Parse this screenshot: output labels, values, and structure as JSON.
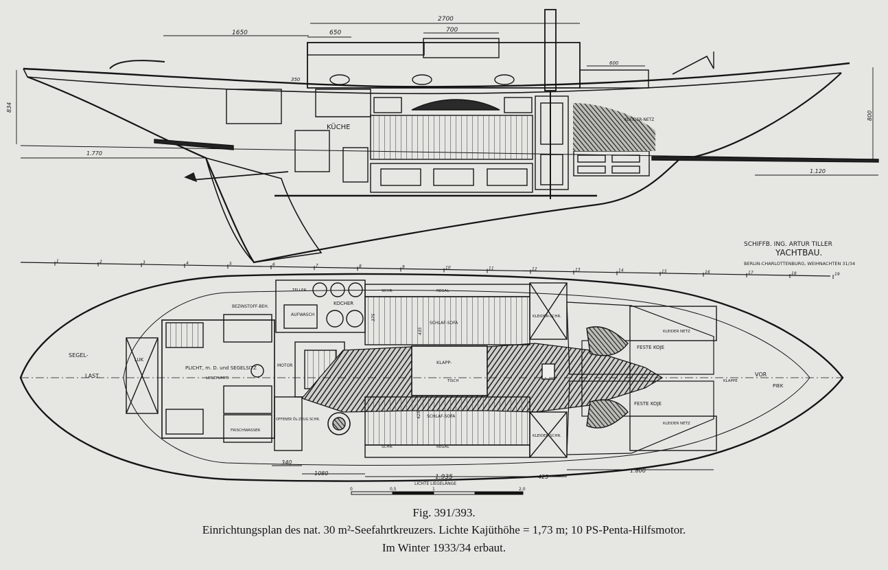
{
  "caption": {
    "figure": "Fig. 391/393.",
    "line2": "Einrichtungsplan des nat. 30 m²-Seefahrtkreuzers. Lichte Kajüthöhe = 1,73 m; 10 PS-Penta-Hilfsmotor.",
    "line3": "Im Winter 1933/34 erbaut."
  },
  "designer": {
    "line1": "SCHIFFB. ING. ARTUR TILLER",
    "line2": "YACHTBAU.",
    "line3": "BERLIN-CHARLOTTENBURG, WEIHNACHTEN 31/34"
  },
  "profile": {
    "kueche": "KÜCHE",
    "kleider_netz": "KLEIDER-NETZ",
    "dims": {
      "d1650": "1650",
      "d650": "650",
      "d2700": "2700",
      "d700": "700",
      "d600": "600",
      "d350": "350",
      "d1770": "1.770",
      "d1120": "1.120",
      "d834": "834",
      "d800": "800"
    },
    "stations": [
      "1",
      "2",
      "3",
      "4",
      "5",
      "6",
      "7",
      "8",
      "9",
      "10",
      "11",
      "12",
      "13",
      "14",
      "15",
      "16",
      "17",
      "18",
      "19"
    ]
  },
  "plan": {
    "segel": "SEGEL-",
    "last": "LAST.",
    "luk": "LUK",
    "bezin": "BEZINSTOFF-BEH.",
    "plicht": "PLICHT, m. D. und SEGELSITZ",
    "lenzpumpe": "LENZPUMPE",
    "motor": "MOTOR",
    "aufwasch": "AUFWASCH",
    "teller": "TELLER",
    "kocher": "KOCHER",
    "schr": "SCHR.",
    "regal": "REGAL",
    "schlaf_sofa": "SCHLAF-SOFA",
    "kleider_schr": "KLEIDER-SCHR.",
    "klapp": "KLAPP-",
    "tisch": "TISCH",
    "kleider_netz": "KLEIDER NETZ",
    "feste_koje": "FESTE KOJE",
    "klappe": "KLAPPE",
    "vor": "VOR",
    "piek": "PIEK",
    "oelzeug": "OFFENER ÖL-ZEUG SCHR.",
    "friesch": "FRISCHWASSER",
    "schlaf_sofa2": "SCHLAF-SOFA",
    "dims": {
      "d340": "340",
      "d1080": "1080",
      "d1935": "1.935",
      "d425": "425",
      "d1800": "1.800",
      "d435": "435",
      "d375": "375",
      "d425b": "425"
    },
    "lichte": "LICHTE LIEGELÄNGE"
  },
  "scale": {
    "zero": "0",
    "half": "0,5",
    "one": "1",
    "two": "2,0"
  },
  "colors": {
    "paper": "#e6e6e3",
    "ink": "#111111",
    "hatch": "#2a2a2a"
  }
}
